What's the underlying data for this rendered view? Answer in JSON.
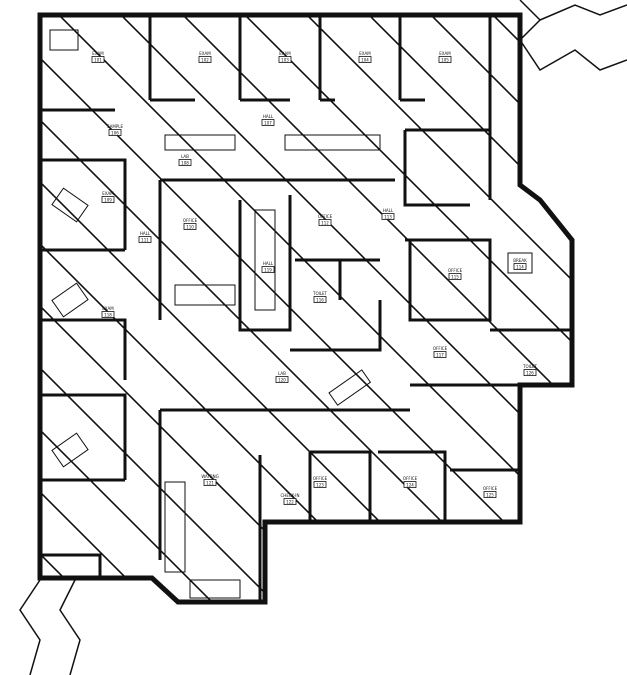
{
  "plan": {
    "title": "Floor Plan",
    "ink_color": "#111111",
    "paper_color": "#ffffff",
    "rooms": [
      {
        "label": "EXAM",
        "ref": "101"
      },
      {
        "label": "EXAM",
        "ref": "102"
      },
      {
        "label": "EXAM",
        "ref": "103"
      },
      {
        "label": "EXAM",
        "ref": "104"
      },
      {
        "label": "EXAM",
        "ref": "105"
      },
      {
        "label": "SAMPLE",
        "ref": "106"
      },
      {
        "label": "HALL",
        "ref": "107"
      },
      {
        "label": "LAB",
        "ref": "108"
      },
      {
        "label": "EXAM",
        "ref": "109"
      },
      {
        "label": "OFFICE",
        "ref": "110"
      },
      {
        "label": "HALL",
        "ref": "111"
      },
      {
        "label": "OFFICE",
        "ref": "112"
      },
      {
        "label": "HALL",
        "ref": "113"
      },
      {
        "label": "BREAK",
        "ref": "114"
      },
      {
        "label": "OFFICE",
        "ref": "115"
      },
      {
        "label": "TOILET",
        "ref": "116"
      },
      {
        "label": "OFFICE",
        "ref": "117"
      },
      {
        "label": "EXAM",
        "ref": "118"
      },
      {
        "label": "HALL",
        "ref": "119"
      },
      {
        "label": "LAB",
        "ref": "120"
      },
      {
        "label": "WAITING",
        "ref": "121"
      },
      {
        "label": "CHECK-IN",
        "ref": "122"
      },
      {
        "label": "OFFICE",
        "ref": "123"
      },
      {
        "label": "OFFICE",
        "ref": "124"
      },
      {
        "label": "OFFICE",
        "ref": "125"
      },
      {
        "label": "TOILET",
        "ref": "126"
      }
    ]
  }
}
